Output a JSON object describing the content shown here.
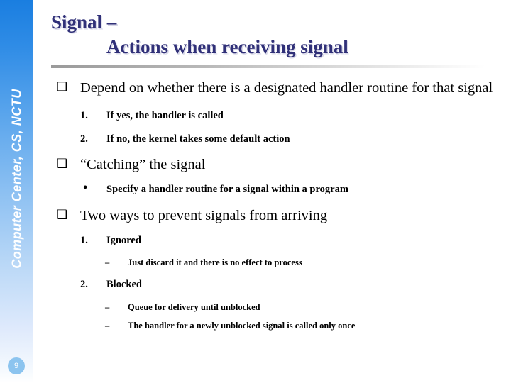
{
  "slide": {
    "page_number": "9",
    "sidebar_label": "Computer Center, CS, NCTU",
    "background_color": "#ffffff",
    "accent_color": "#1a7ee0",
    "title_color": "#303078"
  },
  "title": {
    "line1": "Signal –",
    "line2": "Actions when receiving signal"
  },
  "markers": {
    "square": "❑",
    "dot": "•",
    "dash": "–"
  },
  "body": [
    {
      "level": 1,
      "marker": "square",
      "text": "Depend on whether there is a designated handler routine for that signal"
    },
    {
      "level": 2,
      "marker": "1.",
      "text": "If yes, the handler is called"
    },
    {
      "level": 2,
      "marker": "2.",
      "text": "If no, the kernel takes some default action"
    },
    {
      "level": 1,
      "marker": "square",
      "text": "“Catching” the signal"
    },
    {
      "level": 2,
      "marker": "dot",
      "text": "Specify a handler routine for a signal within a program"
    },
    {
      "level": 1,
      "marker": "square",
      "text": "Two ways to prevent signals from arriving"
    },
    {
      "level": 2,
      "marker": "1.",
      "text": "Ignored"
    },
    {
      "level": 3,
      "marker": "dash",
      "text": "Just discard it and there is no effect to process"
    },
    {
      "level": 2,
      "marker": "2.",
      "text": "Blocked"
    },
    {
      "level": 3,
      "marker": "dash",
      "text": "Queue for delivery until unblocked"
    },
    {
      "level": 3,
      "marker": "dash",
      "text": "The handler for a newly unblocked signal is called only once"
    }
  ]
}
